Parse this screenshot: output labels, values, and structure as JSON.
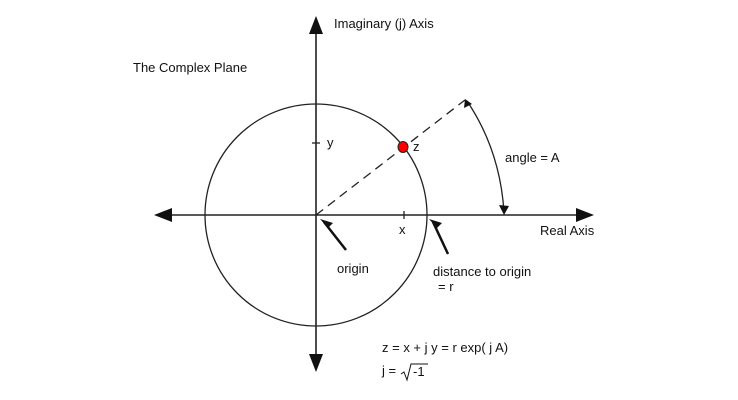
{
  "title": "The Complex Plane",
  "imag_axis_label": "Imaginary  (j) Axis",
  "real_axis_label": "Real Axis",
  "y_label": "y",
  "x_label": "x",
  "z_label": "z",
  "angle_label": "angle = A",
  "origin_label": "origin",
  "distance_label_1": "distance to origin",
  "distance_label_2": "= r",
  "formula_1": "z = x + j y = r exp( j A)",
  "formula_2_prefix": "j = ",
  "formula_2_radicand": "-1",
  "colors": {
    "point": "#ff0000",
    "line": "#222222"
  }
}
